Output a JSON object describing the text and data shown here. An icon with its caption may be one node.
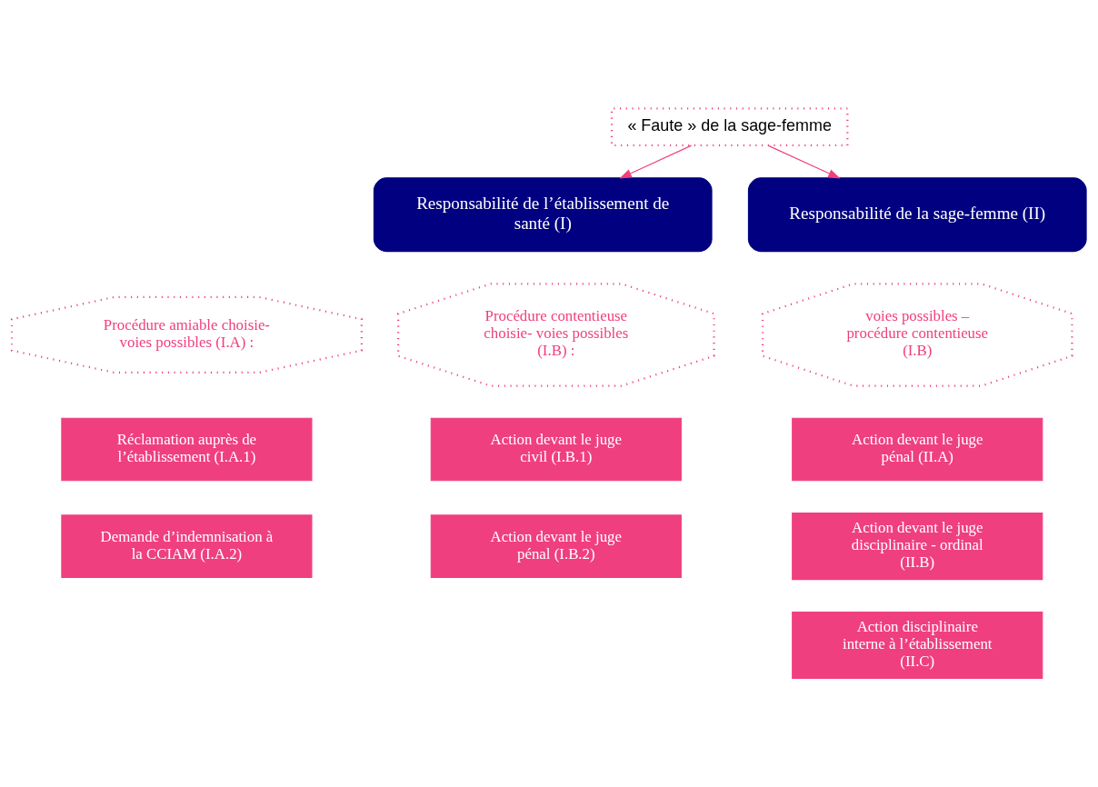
{
  "diagram": {
    "nodes": [
      {
        "text": [
          "« Faute » de la sage-femme"
        ]
      },
      {
        "text": [
          "Responsabilité de l’établissement de santé (I)"
        ]
      },
      {
        "text": [
          "Responsabilité de la sage-femme (II)"
        ]
      },
      {
        "text": [
          "Procédure amiable choisie- voies possibles (I.A) :"
        ]
      },
      {
        "text": [
          "Procédure contentieuse choisie- voies possibles (I.B) :"
        ]
      },
      {
        "text": [
          "voies possibles – procédure contentieuse (I.B)"
        ]
      },
      {
        "text": [
          "Réclamation auprès de l’établissement (I.A.1)"
        ]
      },
      {
        "text": [
          "Demande d’indemnisation à la CCIAM (I.A.2)"
        ]
      },
      {
        "text": [
          "Action devant le juge civil (I.B.1)"
        ]
      },
      {
        "text": [
          "Action devant le juge pénal (I.B.2)"
        ]
      },
      {
        "text": [
          "Action devant le juge pénal (II.A)"
        ]
      },
      {
        "text": [
          "Action devant le juge disciplinaire - ordinal (II.B)"
        ]
      },
      {
        "text": [
          "Action disciplinaire interne à l’établissement (II.C)"
        ]
      }
    ],
    "edges": [
      {
        "from": 0,
        "to": 1,
        "arrow": "to"
      },
      {
        "from": 0,
        "to": 2,
        "arrow": "to"
      }
    ]
  }
}
